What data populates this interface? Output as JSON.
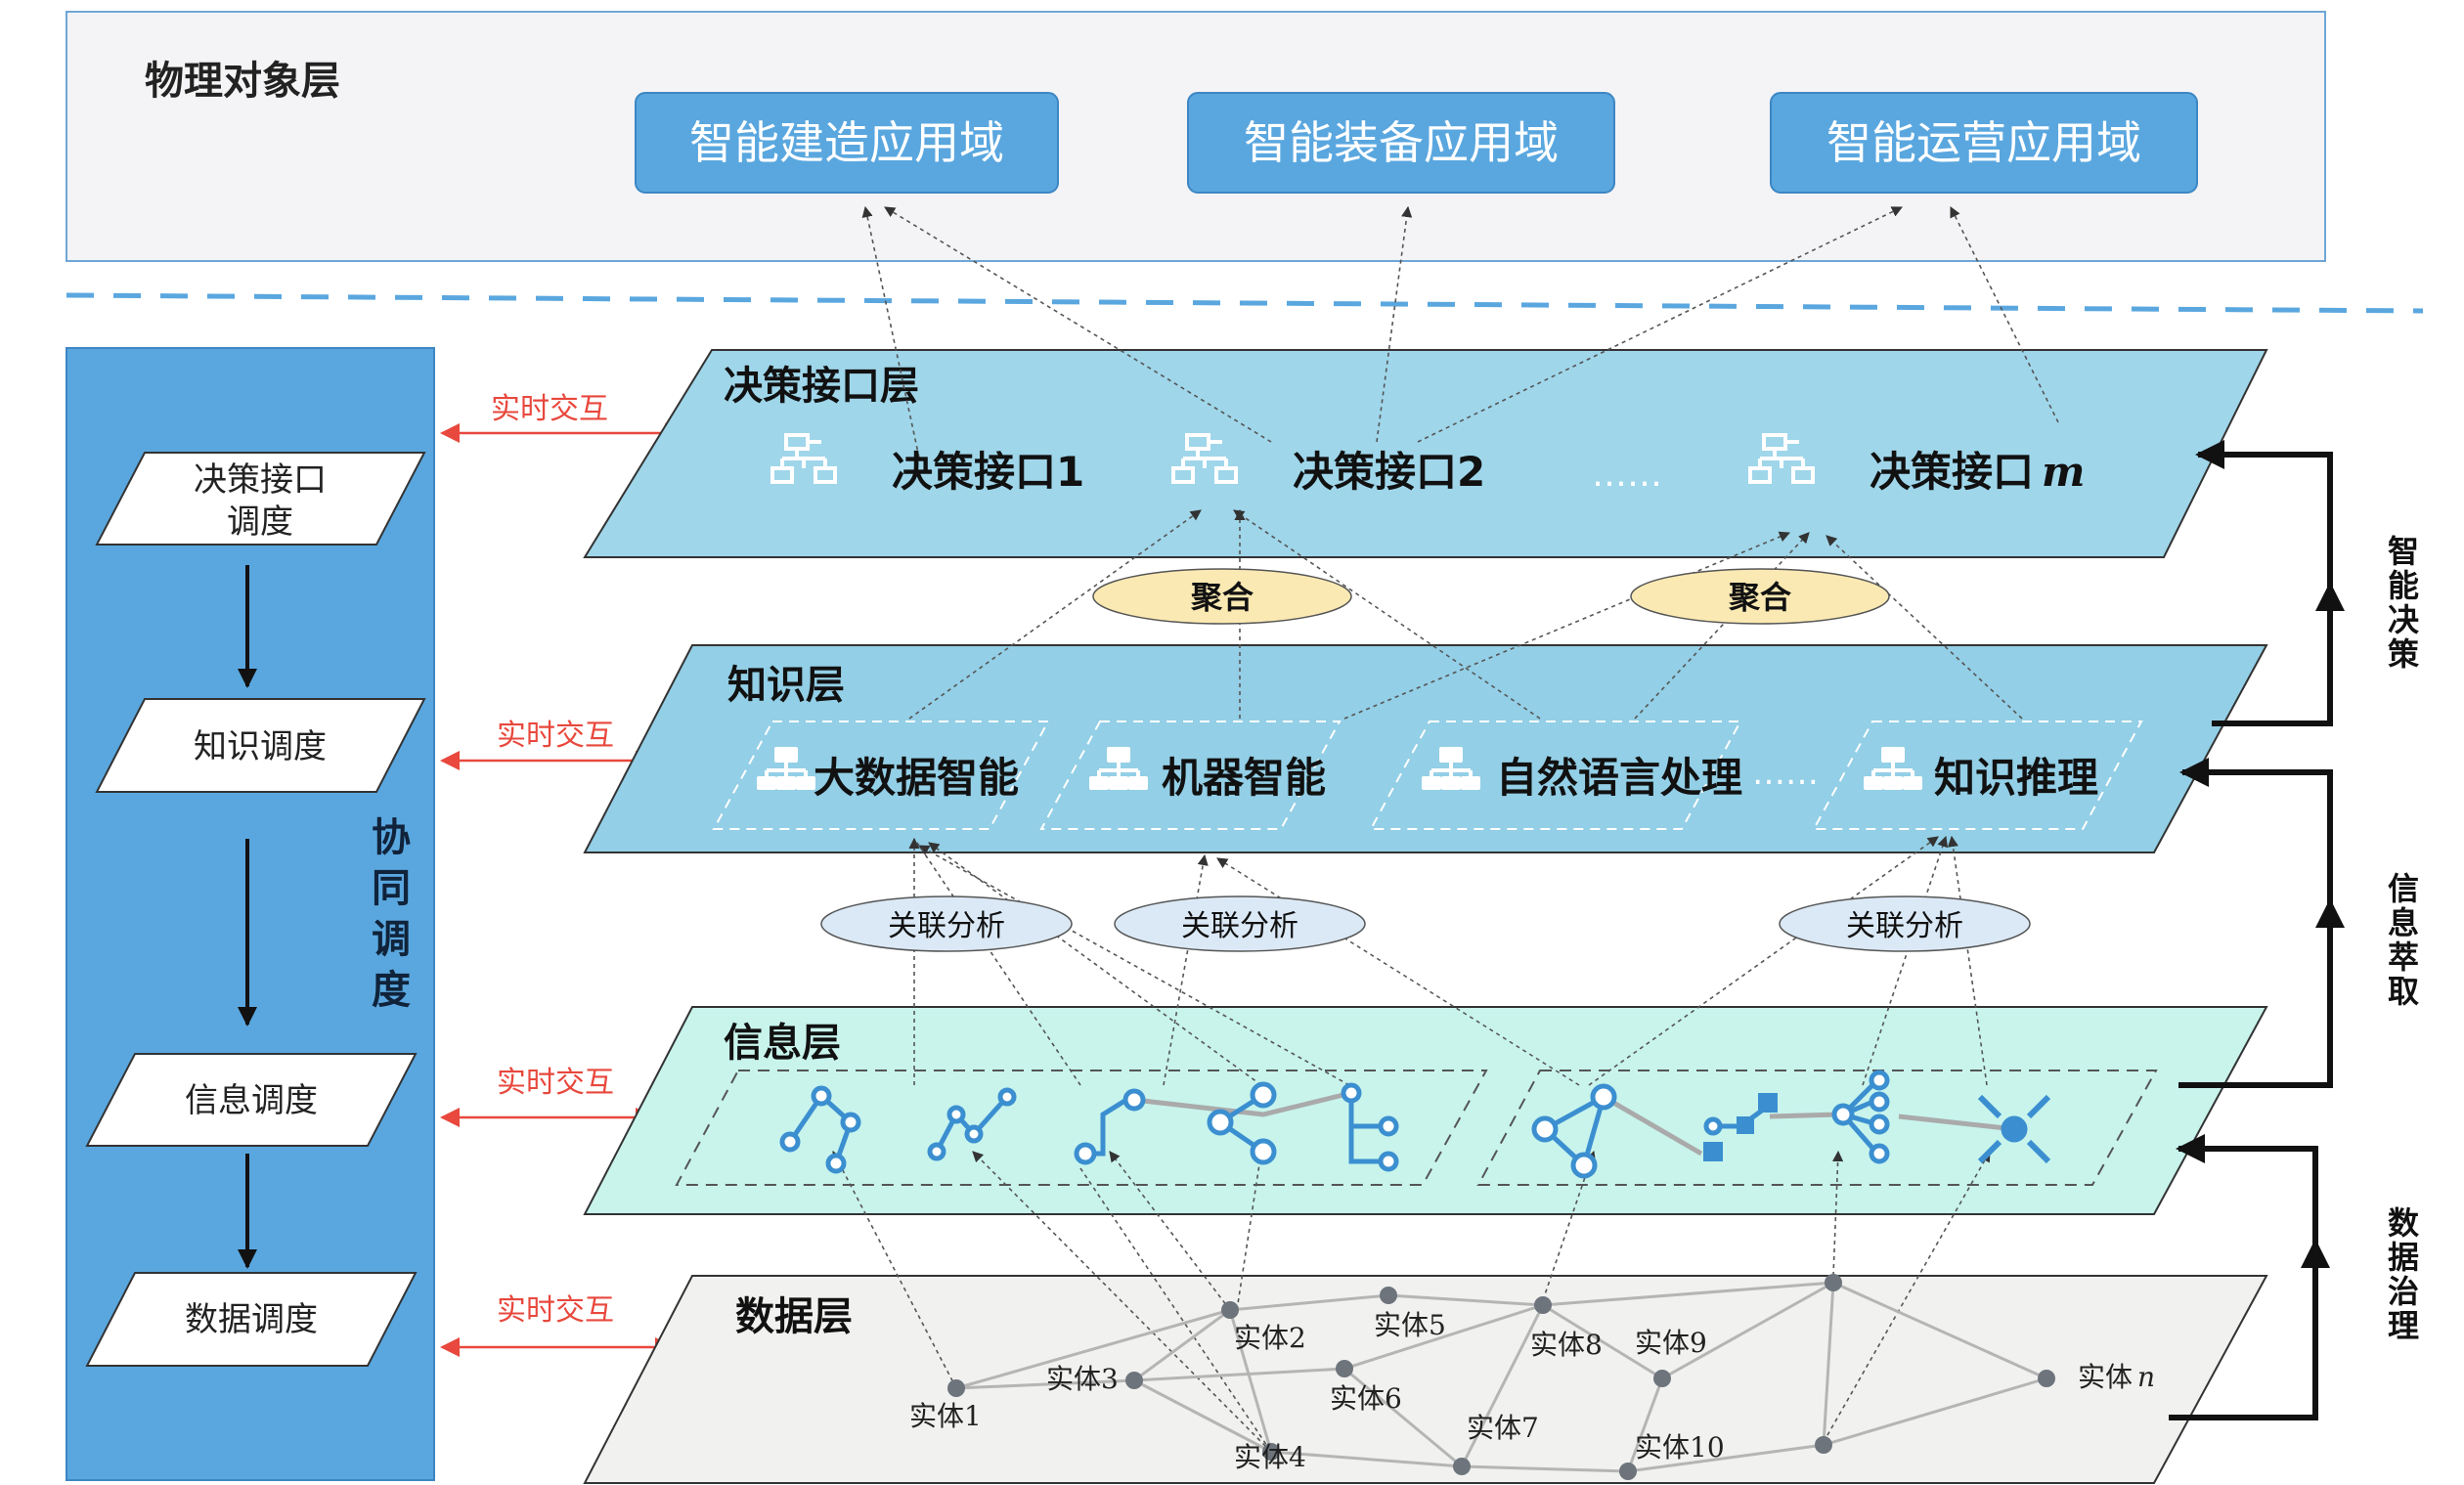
{
  "physical": {
    "title": "物理对象层",
    "domains": [
      "智能建造应用域",
      "智能装备应用域",
      "智能运营应用域"
    ]
  },
  "coordination": {
    "title": "协同调度",
    "steps": [
      {
        "line1": "决策接口",
        "line2": "调度"
      },
      {
        "line1": "知识调度",
        "line2": ""
      },
      {
        "line1": "信息调度",
        "line2": ""
      },
      {
        "line1": "数据调度",
        "line2": ""
      }
    ]
  },
  "interaction_label": "实时交互",
  "decision_layer": {
    "title": "决策接口层",
    "interfaces": [
      "决策接口1",
      "决策接口2",
      "决策接口"
    ],
    "interface_m_suffix": "m",
    "ellipsis": "……"
  },
  "aggregate_label": "聚合",
  "knowledge_layer": {
    "title": "知识层",
    "items": [
      "大数据智能",
      "机器智能",
      "自然语言处理",
      "知识推理"
    ],
    "ellipsis": "……"
  },
  "association_label": "关联分析",
  "info_layer": {
    "title": "信息层"
  },
  "data_layer": {
    "title": "数据层",
    "entities": [
      "实体1",
      "实体2",
      "实体3",
      "实体4",
      "实体5",
      "实体6",
      "实体7",
      "实体8",
      "实体9",
      "实体10",
      "实体"
    ],
    "entity_n_suffix": "n"
  },
  "right_side": [
    "智能决策",
    "信息萃取",
    "数据治理"
  ],
  "colors": {
    "panel_blue": "#5aa7df",
    "decision_fill": "#9fd6ea",
    "knowledge_fill": "#93cfe6",
    "info_fill": "#c8f4ec",
    "data_fill": "#f1f1ef",
    "icon_blue": "#3b8fd0",
    "ellipse_yellow": "#fbe9b3",
    "ellipse_blue": "#dbe9f6",
    "red_arrow": "#e8483d"
  }
}
